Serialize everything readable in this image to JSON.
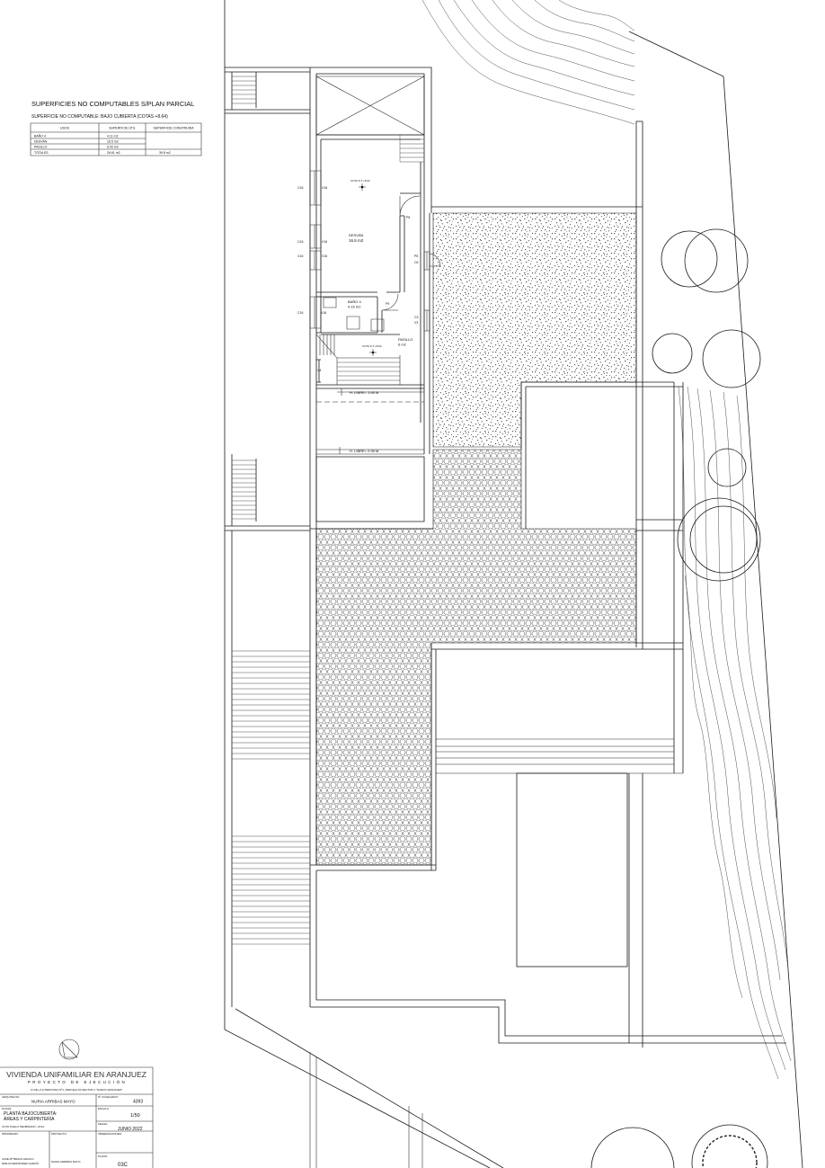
{
  "surfaces_table": {
    "title": "SUPERFICIES NO COMPUTABLES S/PLAN PARCIAL",
    "subtitle": "SUPERFICIE NO COMPUTABLE: BAJO CUBIERTA (COTAS +8.64)",
    "headers": {
      "uses": "USOS",
      "useful": "SUPERFICIE ÚTIL",
      "built": "SUPERFICIE CONSTRUIDA"
    },
    "rows": [
      {
        "use": "BAÑO 4",
        "useful": "4.11 m2"
      },
      {
        "use": "DESVÁN",
        "useful": "16.5 m2"
      },
      {
        "use": "PASILLO",
        "useful": "6.00 m2"
      },
      {
        "use": "TOTALES",
        "useful": "26.61 m2",
        "built": "39.8 m2"
      }
    ]
  },
  "plan": {
    "elevation_attic": "COTA S.T.+8.64",
    "elevation_hall": "COTA S.T.+8.64",
    "rooms": {
      "attic_name": "DESVÁN",
      "attic_area": "16.5 m2",
      "bath_name": "BAÑO 4",
      "bath_area": "4.15 m2",
      "hall_name": "PASILLO",
      "hall_area": "6 m2"
    },
    "openings": [
      {
        "label": "C16"
      },
      {
        "label": "C16"
      },
      {
        "label": "C16"
      },
      {
        "label": "C16"
      },
      {
        "label": "V16"
      },
      {
        "label": "V16"
      },
      {
        "label": "V16"
      },
      {
        "label": "V16"
      },
      {
        "label": "P8"
      },
      {
        "label": "P8"
      },
      {
        "label": "C6"
      },
      {
        "label": "C3"
      },
      {
        "label": "V3"
      },
      {
        "label": "P9"
      },
      {
        "label": "V4"
      }
    ],
    "clear_height_1": "H. LIBRE= 1.65 M",
    "clear_height_2": "H. LIBRE= 0.95 M"
  },
  "title_block": {
    "project_title": "VIVIENDA UNIFAMILIAR EN ARANJUEZ",
    "project_type": "PROYECTO DE EJECUCIÓN",
    "address": "C/ DE LA LITERATURA Nº1, PARCELA 60 SECTOR 1 \"NUEVO ARANJUEZ\"",
    "architect_label": "ARQUITECTA:",
    "architect_name": "NURIA ARRIBAS MAYO",
    "registration_label": "Nº COLEGIADO:",
    "registration_number": "4393",
    "plan_label": "PLANO:",
    "plan_name_1": "PLANTA BAJOCUBIERTA:",
    "plan_name_2": "ÁREAS Y CARPINTERÍA",
    "scale_label": "ESCALA:",
    "scale_value": "1/50",
    "floor_level": "COTA SUELO TERMINADO: +8.64",
    "date_label": "FECHA:",
    "date_value": "JUNIO 2022",
    "owner_label": "PROPIEDAD:",
    "project_label": "PROYECTO:",
    "notes_label": "OBSERVACIONES:",
    "owner_1": "JOSÉ Mª BRAVO ARAICO",
    "owner_2": "EMILIA FERNÁNDEZ GARCÍA",
    "project_author": "NURIA ARRIBAS MAYO",
    "sheet_label": "PLANO:",
    "sheet_number": "03C"
  },
  "north_arrow": {
    "icon": "north-arrow-icon"
  }
}
